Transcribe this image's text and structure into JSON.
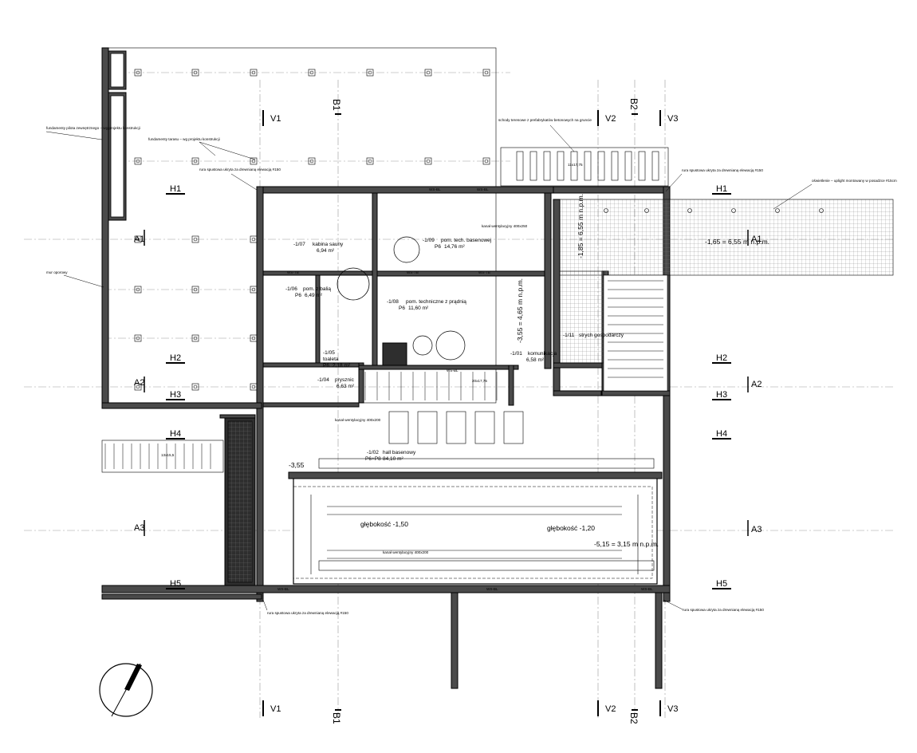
{
  "grid_axes": {
    "vertical_top": [
      "V1",
      "B1",
      "V2",
      "B2",
      "V3"
    ],
    "vertical_bottom": [
      "V1",
      "B1",
      "V2",
      "B2",
      "V3"
    ],
    "horizontal_left": [
      "H1",
      "A1",
      "H2",
      "A2",
      "H3",
      "H4",
      "A3",
      "H5"
    ],
    "horizontal_right": [
      "H1",
      "A1",
      "H2",
      "A2",
      "H3",
      "H4",
      "A3",
      "H5"
    ]
  },
  "rooms": {
    "r107": {
      "code": "-1/07",
      "name": "kabina sauny",
      "area": "6,94 m²"
    },
    "r109": {
      "code": "-1/09",
      "name": "pom. tech. basenowej",
      "floor": "P6",
      "area": "14,76 m²"
    },
    "r106": {
      "code": "-1/06",
      "name": "pom. z balią",
      "floor": "P6",
      "area": "6,49 m²"
    },
    "r108": {
      "code": "-1/08",
      "name": "pom. techniczne z prądnią",
      "floor": "P6",
      "area": "11,60 m²"
    },
    "r105": {
      "code": "-1/05",
      "name": "toaleta",
      "floor": "P6",
      "area": "2,18 m²"
    },
    "r104": {
      "code": "-1/04",
      "name": "prysznic",
      "area": "6,63 m²"
    },
    "r101": {
      "code": "-1/01",
      "name": "komunikacja",
      "area": "6,58 m²"
    },
    "r111": {
      "code": "-1/11",
      "name": "strych gospodarczy"
    },
    "r102": {
      "code": "-1/02",
      "name": "hall basenowy",
      "floor": "P6+P8",
      "area": "84,10 m²"
    }
  },
  "levels": {
    "terrace": "-1,65 = 6,55 m n.p.m.",
    "stair_hall": "-1,85 = 6,55 m n.p.m.",
    "tech": "-3,55 = 4,65 m n.p.m.",
    "hall_left": "-3,55",
    "pool": "-5,15 = 3,15 m n.p.m."
  },
  "pool": {
    "depth_left": "głębokość -1,50",
    "depth_right": "głębokość -1,20"
  },
  "annotations": {
    "fundamenty_pilot": "fundamenty pilota zewnętrznego – wg projektu konstrukcji",
    "fundamenty_tarasu": "fundamenty tarasu – wg projektu konstrukcji",
    "rura_top": "rura spustowa ukryta za drewnianą elewacją #150",
    "rura_right": "rura spustowa ukryta za drewnianą elewacją #150",
    "rura_bottom_left": "rura spustowa ukryta za drewnianą elewacją #150",
    "rura_bottom_right": "rura spustowa ukryta za drewnianą elewacją #150",
    "schody": "schody terenowe z prefabrykatów betonowych na gruncie",
    "oswietlenie": "oświetlenie – uplight montowany w posadzce #15cm",
    "mur_oporowy": "mur oporowy",
    "stairs_top": "11x17,75",
    "stairs_left": "13x15,5",
    "stairs_mid": "20x17,75",
    "kanal_went_top": "kanał wentylacyjny 400x200",
    "kanal_went_bottom": "kanał wentylacyjny 400x200",
    "kanal_pool_tech": "kanał wentylacyjny 400x250",
    "ws_bl": "WS-BL",
    "ws_tb": "WS-TB"
  }
}
